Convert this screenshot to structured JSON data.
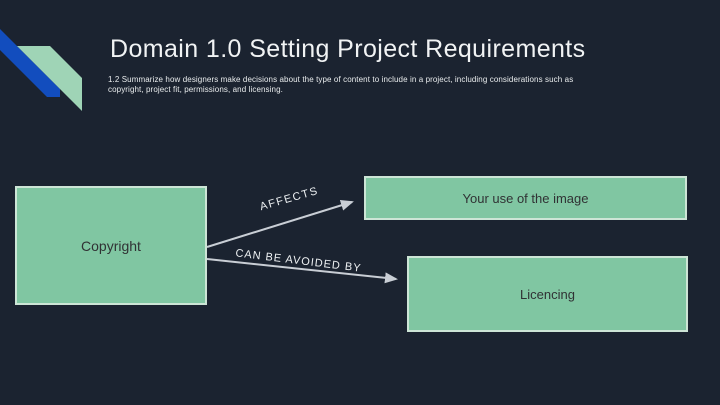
{
  "slide": {
    "title": "Domain 1.0 Setting Project Requirements",
    "subtitle": "1.2 Summarize how designers make decisions about the type of content to include in a project, including considerations such as copyright, project fit, permissions, and licensing."
  },
  "diagram": {
    "copyright_label": "Copyright",
    "image_use_label": "Your use of the image",
    "licencing_label": "Licencing",
    "affects_label": "AFFECTS",
    "avoided_label": "CAN BE AVOIDED BY"
  },
  "colors": {
    "background": "#1b2330",
    "accent_blue": "#124dbe",
    "accent_green_light": "#9fd4b6",
    "node_fill": "#80c6a2",
    "node_border": "#cde5d6",
    "node_text": "#303234",
    "arrow": "#c9ced5",
    "title_text": "#f1f3f4"
  }
}
